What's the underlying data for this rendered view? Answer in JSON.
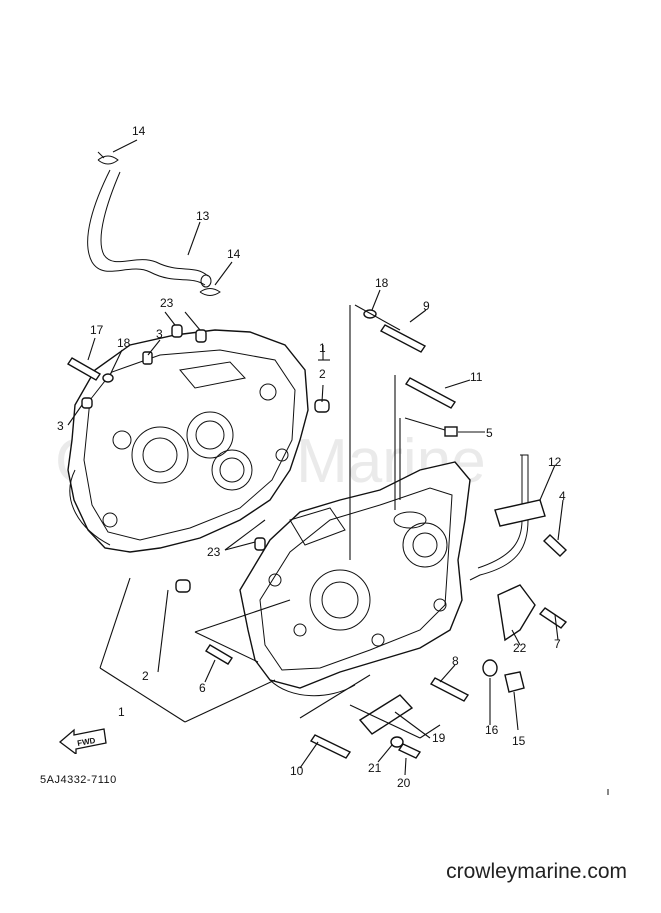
{
  "watermark": "Crowley Marine",
  "diagram_code": "5AJ4332-7110",
  "fwd_label": "FWD",
  "footer_url": "crowleymarine.com",
  "callouts": [
    "1",
    "2",
    "3",
    "4",
    "5",
    "6",
    "7",
    "8",
    "9",
    "10",
    "11",
    "12",
    "13",
    "14",
    "15",
    "16",
    "17",
    "18",
    "19",
    "20",
    "21",
    "22",
    "23"
  ]
}
